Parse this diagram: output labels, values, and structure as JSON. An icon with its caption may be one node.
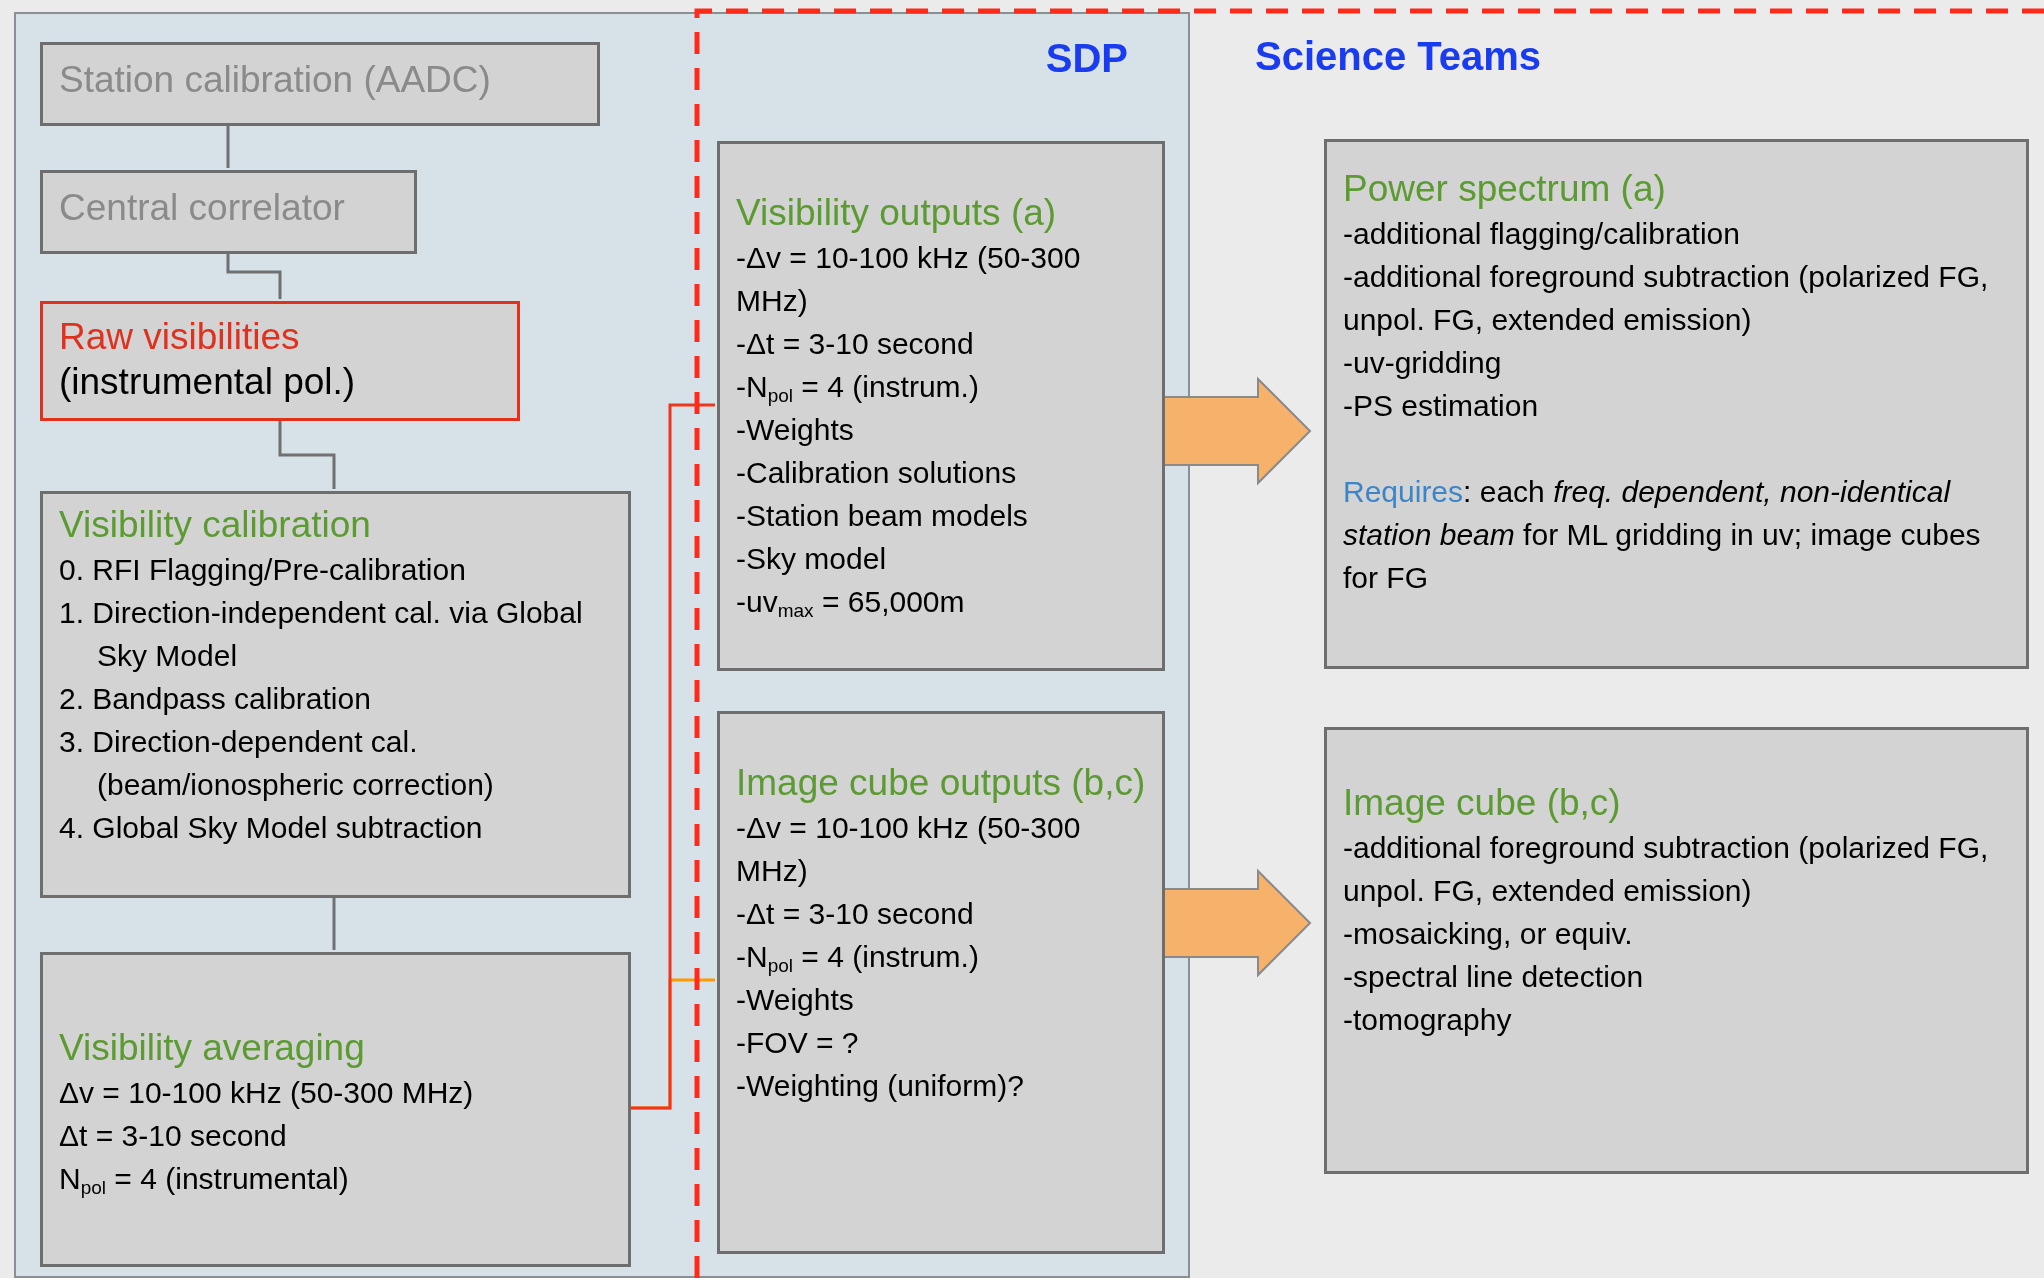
{
  "diagram": {
    "nodes": [
      {
        "text": [
          "SDP"
        ]
      },
      {
        "text": [
          "Station calibration (AADC)"
        ],
        "in": 0
      },
      {
        "text": [
          "Central correlator"
        ],
        "in": 0
      },
      {
        "text": [
          "Raw visibilities",
          "(instrumental pol.)"
        ],
        "in": 0
      },
      {
        "text": [
          "Visibility calibration",
          "0. RFI Flagging/Pre-calibration",
          "1. Direction-independent cal. via Global Sky Model",
          "2. Bandpass calibration",
          "3. Direction-dependent cal. (beam/ionospheric correction)",
          "4. Global Sky Model subtraction"
        ],
        "in": 0
      },
      {
        "text": [
          "Visibility averaging",
          "Δv = 10-100 kHz (50-300 MHz)",
          "Δt = 3-10 second",
          "N$_{pol}$ = 4 (instrumental)"
        ],
        "in": 0
      },
      {
        "text": [
          "Visibility outputs (a)",
          "-Δv = 10-100 kHz (50-300 MHz)",
          "-Δt = 3-10 second",
          "-N$_{pol}$ = 4 (instrum.)",
          "-Weights",
          "-Calibration solutions",
          "-Station beam models",
          "-Sky model",
          "-uv$_{max}$ = 65,000m"
        ],
        "in": 0
      },
      {
        "text": [
          "Image cube outputs (b,c)",
          "-Δv = 10-100 kHz (50-300 MHz)",
          "-Δt = 3-10 second",
          "-N$_{pol}$ = 4 (instrum.)",
          "-Weights",
          "-FOV = ?",
          "-Weighting (uniform)?"
        ],
        "in": 0
      },
      {
        "text": [
          "Power spectrum (a)",
          "-additional flagging/calibration",
          "-additional foreground subtraction (polarized FG, unpol. FG, extended emission)",
          "-uv-gridding",
          "-PS estimation",
          "Requires: each *freq. dependent, non-identical station beam* for ML gridding in uv; image cubes for FG"
        ]
      },
      {
        "text": [
          "Image cube (b,c)",
          "-additional foreground subtraction (polarized FG, unpol. FG, extended emission)",
          "-mosaicking, or equiv.",
          "-spectral line detection",
          "-tomography"
        ]
      }
    ],
    "edges": [
      {
        "from": 1,
        "to": 2,
        "arrow": "none"
      },
      {
        "from": 2,
        "to": 3,
        "arrow": "none"
      },
      {
        "from": 3,
        "to": 4,
        "arrow": "none"
      },
      {
        "from": 4,
        "to": 5,
        "arrow": "none"
      },
      {
        "from": 5,
        "to": 6,
        "arrow": "none",
        "color": "#f0341e"
      },
      {
        "from": 5,
        "to": 7,
        "arrow": "none",
        "color": "#ff9900"
      },
      {
        "from": 6,
        "to": 8,
        "arrow": "to",
        "style": "thick",
        "color": "#f6b26b"
      },
      {
        "from": 7,
        "to": 9,
        "arrow": "to",
        "style": "thick",
        "color": "#f6b26b"
      }
    ],
    "labels": [
      "Science Teams"
    ]
  }
}
